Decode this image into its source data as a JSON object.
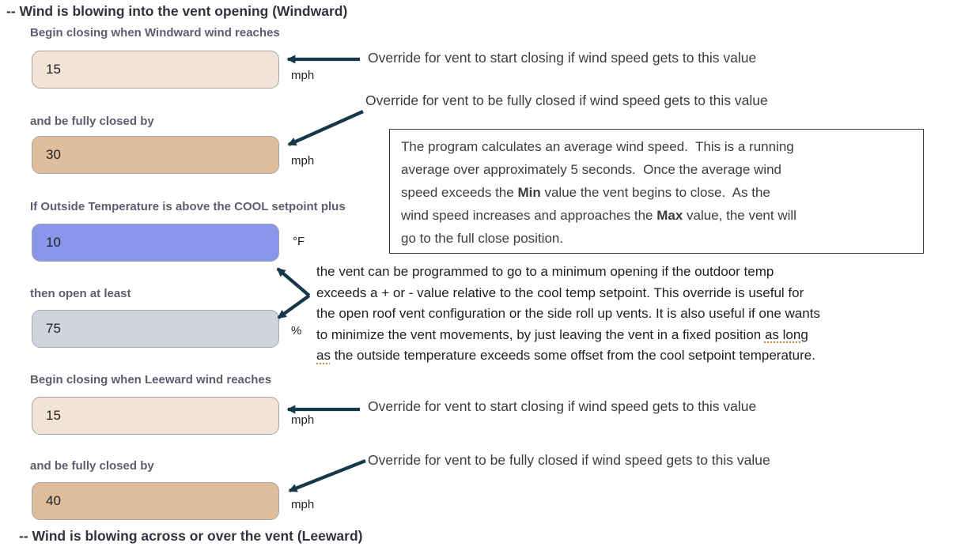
{
  "headings": {
    "windward": "-- Wind is blowing into the vent opening (Windward)",
    "leeward": "-- Wind is blowing across or over the vent (Leeward)"
  },
  "fields": {
    "windward_min": {
      "label": "Begin closing when Windward wind reaches",
      "value": "15",
      "unit": "mph"
    },
    "windward_max": {
      "label": "and be fully closed by",
      "value": "30",
      "unit": "mph"
    },
    "cool_offset": {
      "label": "If Outside Temperature is above the COOL setpoint plus",
      "value": "10",
      "unit": "°F"
    },
    "min_open": {
      "label": "then open at least",
      "value": "75",
      "unit": "%"
    },
    "leeward_min": {
      "label": "Begin closing when Leeward wind reaches",
      "value": "15",
      "unit": "mph"
    },
    "leeward_max": {
      "label": "and be fully closed by",
      "value": "40",
      "unit": "mph"
    }
  },
  "annotations": {
    "start_closing": "Override for vent to start closing if wind speed gets to this value",
    "fully_closed": "Override for vent to be fully closed if wind speed gets to this value"
  },
  "wind_average_note": {
    "lines": [
      "The program calculates an average wind speed.  This is a running",
      "average over approximately 5 seconds.  Once the average wind",
      "speed exceeds the <b>Min</b> value the vent begins to close.  As the",
      "wind speed increases and approaches the <b>Max</b> value, the vent will",
      "go to the full close position."
    ]
  },
  "min_open_note": {
    "lines": [
      "the vent can be programmed to go to a minimum opening if the outdoor temp",
      "exceeds a + or - value relative to the cool temp setpoint. This override is useful for",
      "the open roof vent configuration or the side roll up vents. It is also useful if one wants",
      "to minimize the vent movements, by just leaving the vent in a fixed position <u>as long</u>",
      "<u>as</u> the outside temperature exceeds some offset from the cool setpoint temperature."
    ]
  },
  "colors": {
    "arrow": "#16384a",
    "field_peach": "#f2e3d7",
    "field_tan": "#debd9c",
    "field_periwinkle": "#8997ea",
    "field_gray": "#d0d4de",
    "label_text": "#5c5e6f",
    "spellcheck_underline": "#c0853f"
  }
}
